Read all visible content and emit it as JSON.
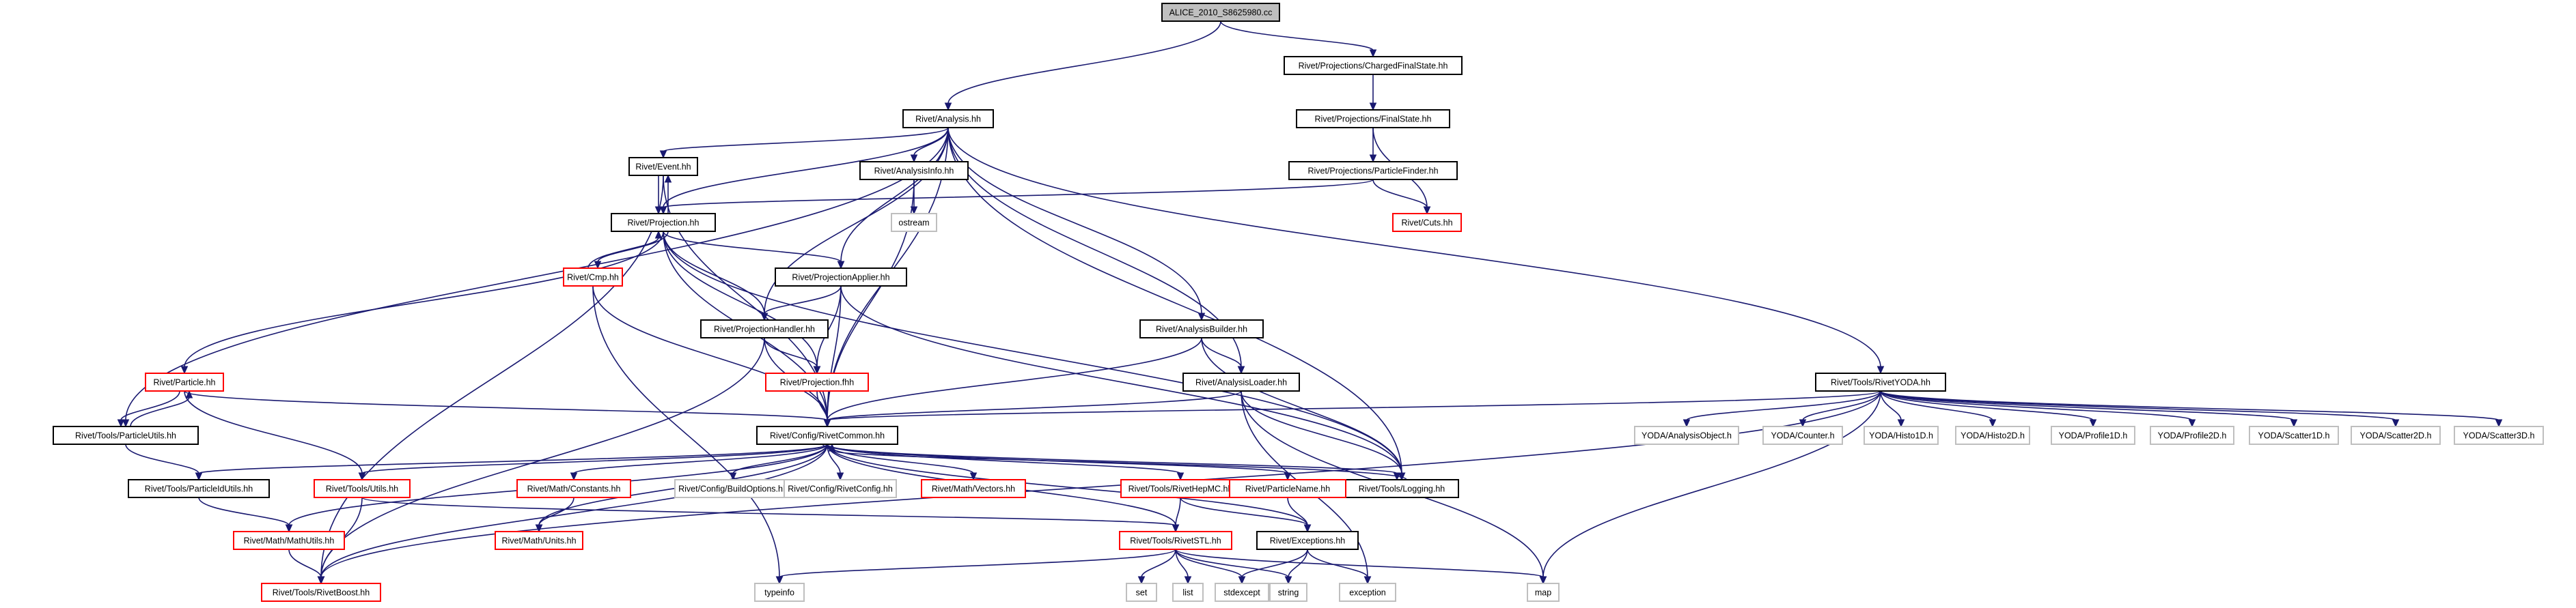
{
  "colors": {
    "edge": "#191970",
    "text": "#000000",
    "root_fill": "#bfbfbf",
    "border": {
      "black": "#000000",
      "red": "#ff0000",
      "gray": "#bfbfbf"
    }
  },
  "nodes": {
    "root": {
      "label": "ALICE_2010_S8625980.cc",
      "style": "root"
    },
    "cfs": {
      "label": "Rivet/Projections/ChargedFinalState.hh",
      "style": "black"
    },
    "analysis": {
      "label": "Rivet/Analysis.hh",
      "style": "black"
    },
    "fs": {
      "label": "Rivet/Projections/FinalState.hh",
      "style": "black"
    },
    "event": {
      "label": "Rivet/Event.hh",
      "style": "black"
    },
    "ainfo": {
      "label": "Rivet/AnalysisInfo.hh",
      "style": "black"
    },
    "pfinder": {
      "label": "Rivet/Projections/ParticleFinder.hh",
      "style": "black"
    },
    "ostream": {
      "label": "ostream",
      "style": "gray"
    },
    "proj": {
      "label": "Rivet/Projection.hh",
      "style": "black"
    },
    "cuts": {
      "label": "Rivet/Cuts.hh",
      "style": "red"
    },
    "cmp": {
      "label": "Rivet/Cmp.hh",
      "style": "red"
    },
    "papplier": {
      "label": "Rivet/ProjectionApplier.hh",
      "style": "black"
    },
    "abuilder": {
      "label": "Rivet/AnalysisBuilder.hh",
      "style": "black"
    },
    "phandler": {
      "label": "Rivet/ProjectionHandler.hh",
      "style": "black"
    },
    "particle": {
      "label": "Rivet/Particle.hh",
      "style": "red"
    },
    "pfwd": {
      "label": "Rivet/Projection.fhh",
      "style": "red"
    },
    "aloader": {
      "label": "Rivet/AnalysisLoader.hh",
      "style": "black"
    },
    "ryoda": {
      "label": "Rivet/Tools/RivetYODA.hh",
      "style": "black"
    },
    "putils": {
      "label": "Rivet/Tools/ParticleUtils.hh",
      "style": "black"
    },
    "common": {
      "label": "Rivet/Config/RivetCommon.hh",
      "style": "black"
    },
    "y_ao": {
      "label": "YODA/AnalysisObject.h",
      "style": "gray"
    },
    "y_counter": {
      "label": "YODA/Counter.h",
      "style": "gray"
    },
    "y_h1": {
      "label": "YODA/Histo1D.h",
      "style": "gray"
    },
    "y_h2": {
      "label": "YODA/Histo2D.h",
      "style": "gray"
    },
    "y_p1": {
      "label": "YODA/Profile1D.h",
      "style": "gray"
    },
    "y_p2": {
      "label": "YODA/Profile2D.h",
      "style": "gray"
    },
    "y_s1": {
      "label": "YODA/Scatter1D.h",
      "style": "gray"
    },
    "y_s2": {
      "label": "YODA/Scatter2D.h",
      "style": "gray"
    },
    "y_s3": {
      "label": "YODA/Scatter3D.h",
      "style": "gray"
    },
    "logging": {
      "label": "Rivet/Tools/Logging.hh",
      "style": "black"
    },
    "pidutils": {
      "label": "Rivet/Tools/ParticleIdUtils.hh",
      "style": "black"
    },
    "tutils": {
      "label": "Rivet/Tools/Utils.hh",
      "style": "red"
    },
    "constants": {
      "label": "Rivet/Math/Constants.hh",
      "style": "red"
    },
    "buildopts": {
      "label": "Rivet/Config/BuildOptions.hh",
      "style": "gray"
    },
    "rconfig": {
      "label": "Rivet/Config/RivetConfig.hh",
      "style": "gray"
    },
    "vectors": {
      "label": "Rivet/Math/Vectors.hh",
      "style": "red"
    },
    "hepmc": {
      "label": "Rivet/Tools/RivetHepMC.hh",
      "style": "red"
    },
    "pname": {
      "label": "Rivet/ParticleName.hh",
      "style": "red"
    },
    "mathutils": {
      "label": "Rivet/Math/MathUtils.hh",
      "style": "red"
    },
    "units": {
      "label": "Rivet/Math/Units.hh",
      "style": "red"
    },
    "stl": {
      "label": "Rivet/Tools/RivetSTL.hh",
      "style": "red"
    },
    "exceptions": {
      "label": "Rivet/Exceptions.hh",
      "style": "black"
    },
    "boost": {
      "label": "Rivet/Tools/RivetBoost.hh",
      "style": "red"
    },
    "typeinfo": {
      "label": "typeinfo",
      "style": "gray"
    },
    "set": {
      "label": "set",
      "style": "gray"
    },
    "list": {
      "label": "list",
      "style": "gray"
    },
    "stdexcept": {
      "label": "stdexcept",
      "style": "gray"
    },
    "string": {
      "label": "string",
      "style": "gray"
    },
    "exception": {
      "label": "exception",
      "style": "gray"
    },
    "map": {
      "label": "map",
      "style": "gray"
    }
  },
  "edges": [
    [
      "root",
      "cfs"
    ],
    [
      "root",
      "analysis"
    ],
    [
      "cfs",
      "fs"
    ],
    [
      "fs",
      "pfinder"
    ],
    [
      "fs",
      "cuts"
    ],
    [
      "pfinder",
      "cuts"
    ],
    [
      "pfinder",
      "proj"
    ],
    [
      "analysis",
      "event"
    ],
    [
      "analysis",
      "proj"
    ],
    [
      "analysis",
      "ainfo"
    ],
    [
      "analysis",
      "papplier"
    ],
    [
      "analysis",
      "phandler"
    ],
    [
      "analysis",
      "abuilder"
    ],
    [
      "analysis",
      "aloader"
    ],
    [
      "analysis",
      "ryoda"
    ],
    [
      "analysis",
      "putils"
    ],
    [
      "analysis",
      "common"
    ],
    [
      "analysis",
      "logging"
    ],
    [
      "event",
      "proj"
    ],
    [
      "event",
      "common"
    ],
    [
      "event",
      "boost"
    ],
    [
      "proj",
      "event"
    ],
    [
      "proj",
      "cmp"
    ],
    [
      "proj",
      "papplier"
    ],
    [
      "proj",
      "phandler"
    ],
    [
      "proj",
      "pfwd"
    ],
    [
      "proj",
      "particle"
    ],
    [
      "proj",
      "common"
    ],
    [
      "proj",
      "logging"
    ],
    [
      "cmp",
      "proj"
    ],
    [
      "cmp",
      "common"
    ],
    [
      "cmp",
      "typeinfo"
    ],
    [
      "ainfo",
      "ostream"
    ],
    [
      "ainfo",
      "common"
    ],
    [
      "papplier",
      "phandler"
    ],
    [
      "papplier",
      "pfwd"
    ],
    [
      "papplier",
      "common"
    ],
    [
      "papplier",
      "logging"
    ],
    [
      "phandler",
      "pfwd"
    ],
    [
      "phandler",
      "common"
    ],
    [
      "phandler",
      "boost"
    ],
    [
      "pfwd",
      "common"
    ],
    [
      "abuilder",
      "aloader"
    ],
    [
      "abuilder",
      "common"
    ],
    [
      "abuilder",
      "logging"
    ],
    [
      "aloader",
      "common"
    ],
    [
      "aloader",
      "logging"
    ],
    [
      "aloader",
      "map"
    ],
    [
      "aloader",
      "exception"
    ],
    [
      "particle",
      "putils"
    ],
    [
      "particle",
      "common"
    ],
    [
      "particle",
      "tutils"
    ],
    [
      "putils",
      "particle"
    ],
    [
      "putils",
      "pidutils"
    ],
    [
      "ryoda",
      "common"
    ],
    [
      "ryoda",
      "y_ao"
    ],
    [
      "ryoda",
      "y_counter"
    ],
    [
      "ryoda",
      "y_h1"
    ],
    [
      "ryoda",
      "y_h2"
    ],
    [
      "ryoda",
      "y_p1"
    ],
    [
      "ryoda",
      "y_p2"
    ],
    [
      "ryoda",
      "y_s1"
    ],
    [
      "ryoda",
      "y_s2"
    ],
    [
      "ryoda",
      "y_s3"
    ],
    [
      "ryoda",
      "boost"
    ],
    [
      "ryoda",
      "map"
    ],
    [
      "common",
      "logging"
    ],
    [
      "common",
      "pidutils"
    ],
    [
      "common",
      "tutils"
    ],
    [
      "common",
      "constants"
    ],
    [
      "common",
      "buildopts"
    ],
    [
      "common",
      "rconfig"
    ],
    [
      "common",
      "vectors"
    ],
    [
      "common",
      "hepmc"
    ],
    [
      "common",
      "pname"
    ],
    [
      "common",
      "exceptions"
    ],
    [
      "common",
      "mathutils"
    ],
    [
      "common",
      "units"
    ],
    [
      "common",
      "stl"
    ],
    [
      "common",
      "boost"
    ],
    [
      "logging",
      "common"
    ],
    [
      "pidutils",
      "mathutils"
    ],
    [
      "tutils",
      "stl"
    ],
    [
      "tutils",
      "boost"
    ],
    [
      "constants",
      "units"
    ],
    [
      "hepmc",
      "stl"
    ],
    [
      "hepmc",
      "exceptions"
    ],
    [
      "pname",
      "exceptions"
    ],
    [
      "mathutils",
      "boost"
    ],
    [
      "exceptions",
      "stdexcept"
    ],
    [
      "exceptions",
      "string"
    ],
    [
      "exceptions",
      "exception"
    ],
    [
      "stl",
      "typeinfo"
    ],
    [
      "stl",
      "set"
    ],
    [
      "stl",
      "list"
    ],
    [
      "stl",
      "stdexcept"
    ],
    [
      "stl",
      "string"
    ],
    [
      "stl",
      "map"
    ]
  ]
}
